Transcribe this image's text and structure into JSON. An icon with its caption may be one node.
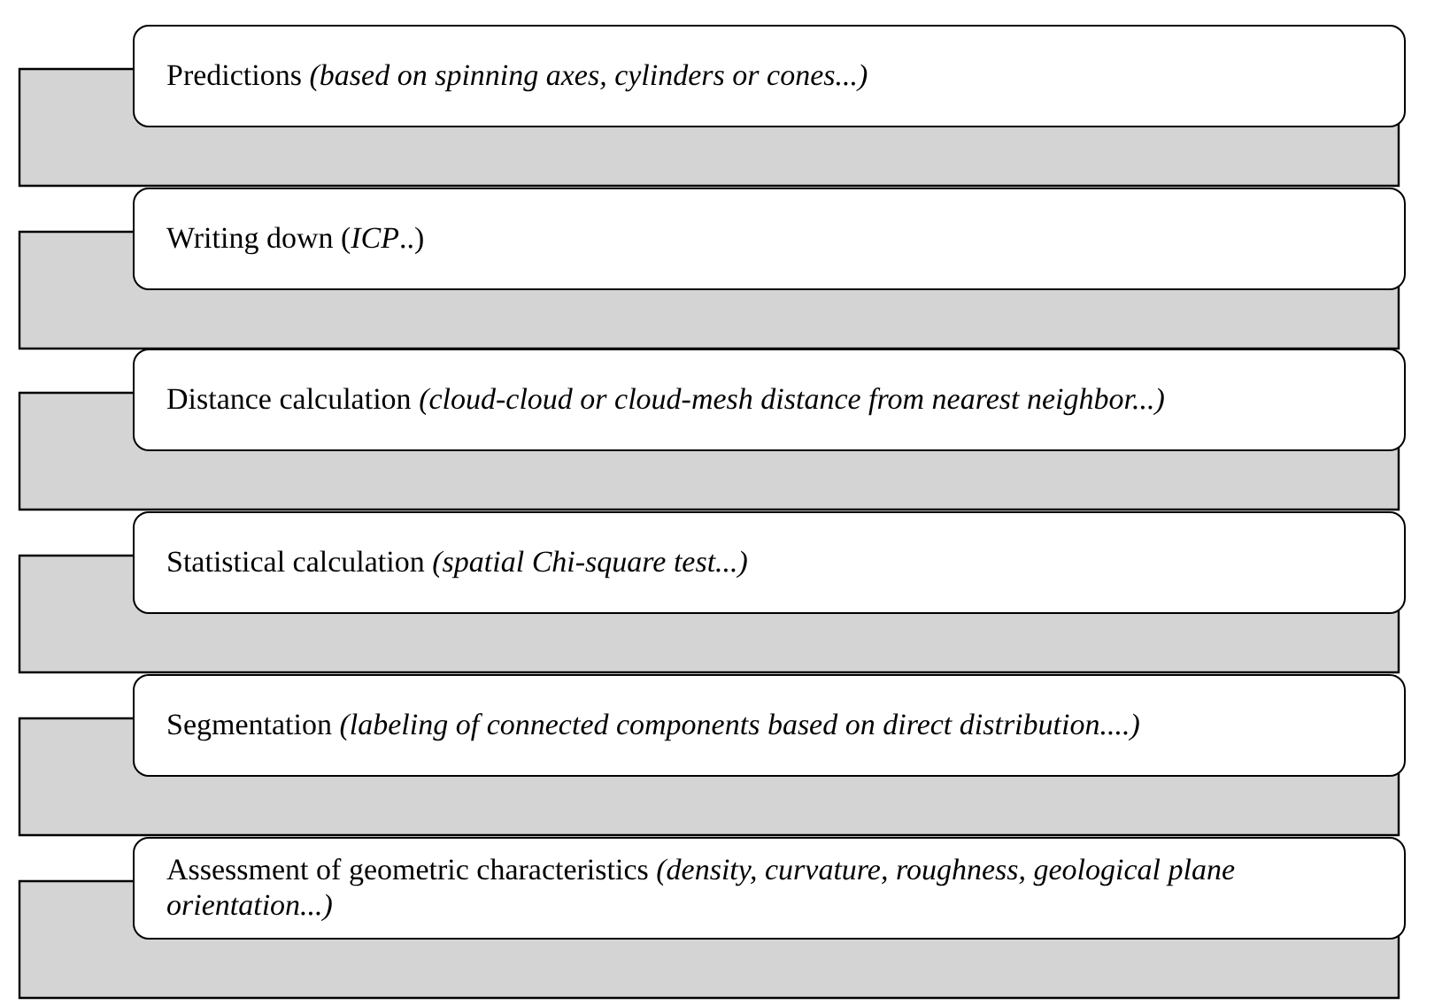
{
  "diagram": {
    "nodes": [
      {
        "text": [
          "Predictions *(based on spinning axes, cylinders or cones...)*"
        ]
      },
      {
        "text": [
          "Writing down (*ICP*..)"
        ]
      },
      {
        "text": [
          "Distance calculation *(cloud-cloud or cloud-mesh distance from nearest neighbor...)*"
        ]
      },
      {
        "text": [
          "Statistical calculation *(spatial Chi-square test...)*"
        ]
      },
      {
        "text": [
          "Segmentation *(labeling of connected components based on direct distribution....)*"
        ]
      },
      {
        "text": [
          "Assessment of geometric characteristics *(density, curvature, roughness, geological plane orientation...)*"
        ]
      }
    ]
  }
}
